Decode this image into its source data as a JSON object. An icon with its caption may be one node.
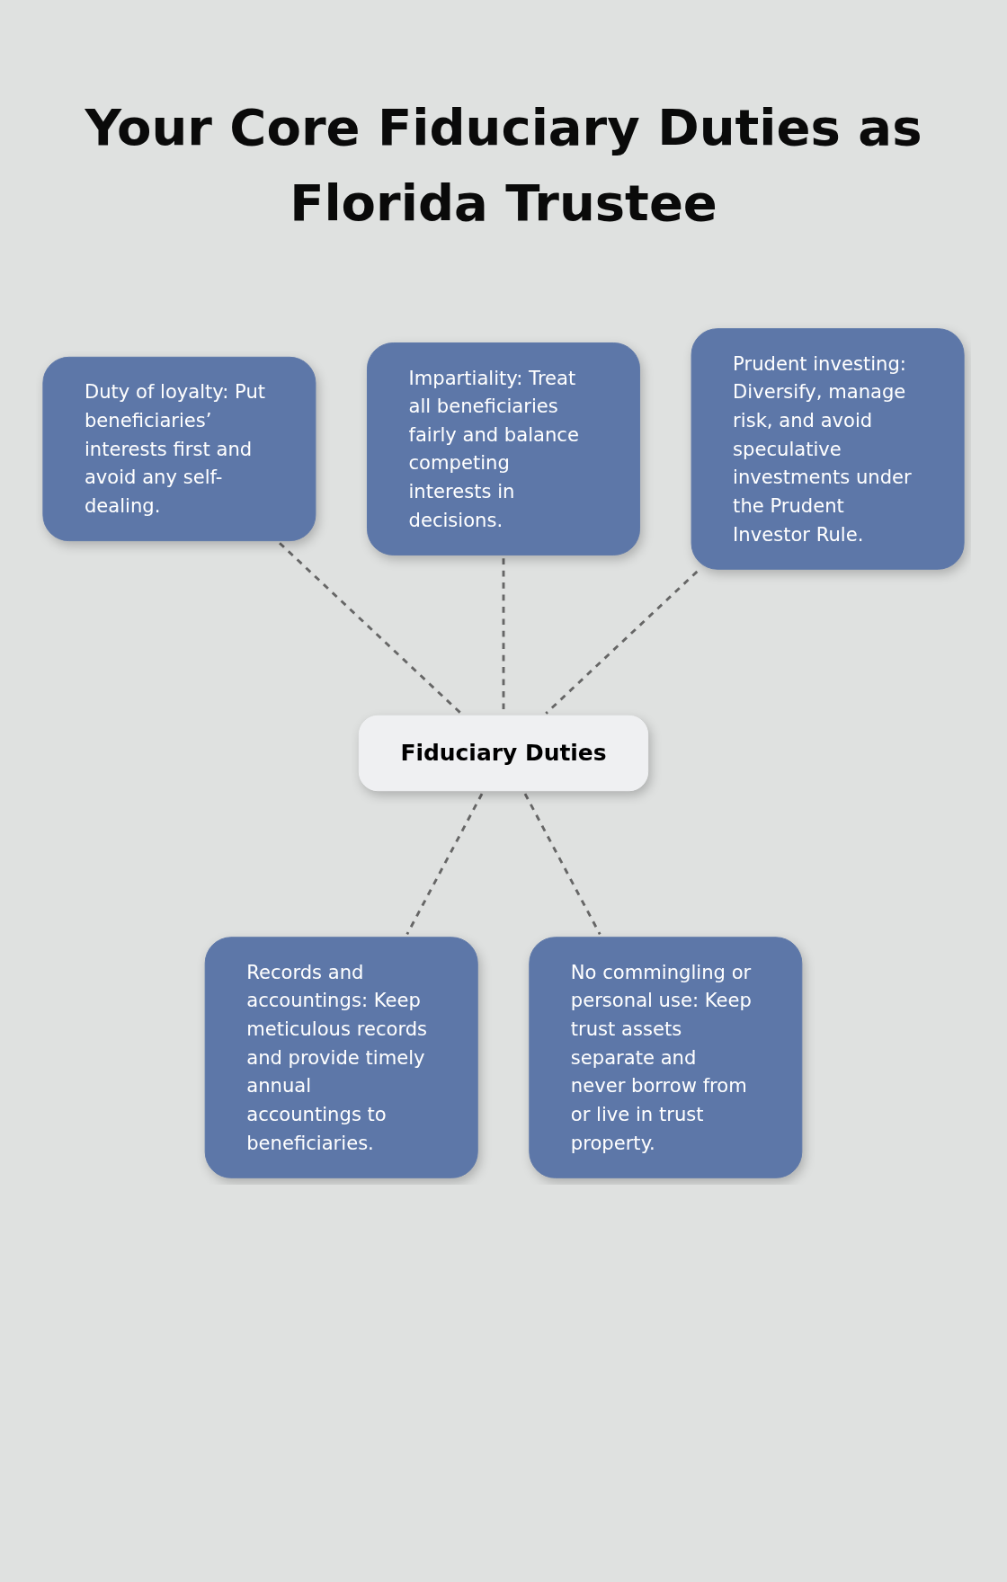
{
  "diagram": {
    "title": "Your Core Fiduciary Duties as Florida Trustee",
    "nodes": [
      {
        "text": [
          "Duty of loyalty: Put beneficiaries’ interests first and avoid any self-dealing."
        ]
      },
      {
        "text": [
          "Impartiality: Treat all beneficiaries fairly and balance competing interests in decisions."
        ]
      },
      {
        "text": [
          "Prudent investing: Diversify, manage risk, and avoid speculative investments under the Prudent Investor Rule."
        ]
      },
      {
        "text": [
          "Fiduciary Duties"
        ]
      },
      {
        "text": [
          "Records and accountings: Keep meticulous records and provide timely annual accountings to beneficiaries."
        ]
      },
      {
        "text": [
          "No commingling or personal use: Keep trust assets separate and never borrow from or live in trust property."
        ]
      }
    ],
    "edges": [
      {
        "from": 0,
        "to": 3,
        "arrow": "none",
        "style": "dashed"
      },
      {
        "from": 1,
        "to": 3,
        "arrow": "none",
        "style": "dashed"
      },
      {
        "from": 2,
        "to": 3,
        "arrow": "none",
        "style": "dashed"
      },
      {
        "from": 3,
        "to": 4,
        "arrow": "none",
        "style": "dashed"
      },
      {
        "from": 3,
        "to": 5,
        "arrow": "none",
        "style": "dashed"
      }
    ]
  }
}
